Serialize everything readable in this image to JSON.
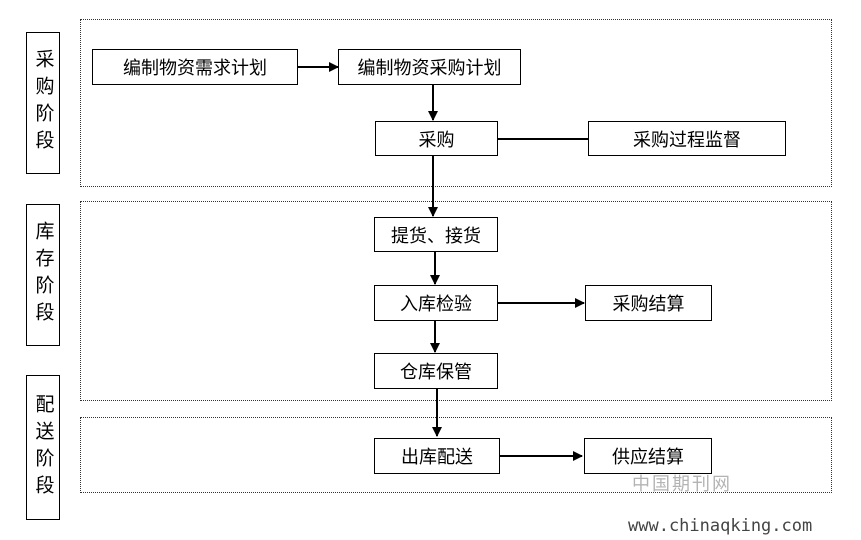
{
  "stages": {
    "procurement": "采购阶段",
    "storage": "库存阶段",
    "distribution": "配送阶段"
  },
  "nodes": {
    "demand_plan": "编制物资需求计划",
    "purchase_plan": "编制物资采购计划",
    "purchase": "采购",
    "supervision": "采购过程监督",
    "pickup": "提货、接货",
    "inspection": "入库检验",
    "settlement_purchase": "采购结算",
    "storage_custody": "仓库保管",
    "delivery": "出库配送",
    "settlement_supply": "供应结算"
  },
  "watermark": {
    "cn": "中国期刊网",
    "url": "www.chinaqking.com"
  }
}
